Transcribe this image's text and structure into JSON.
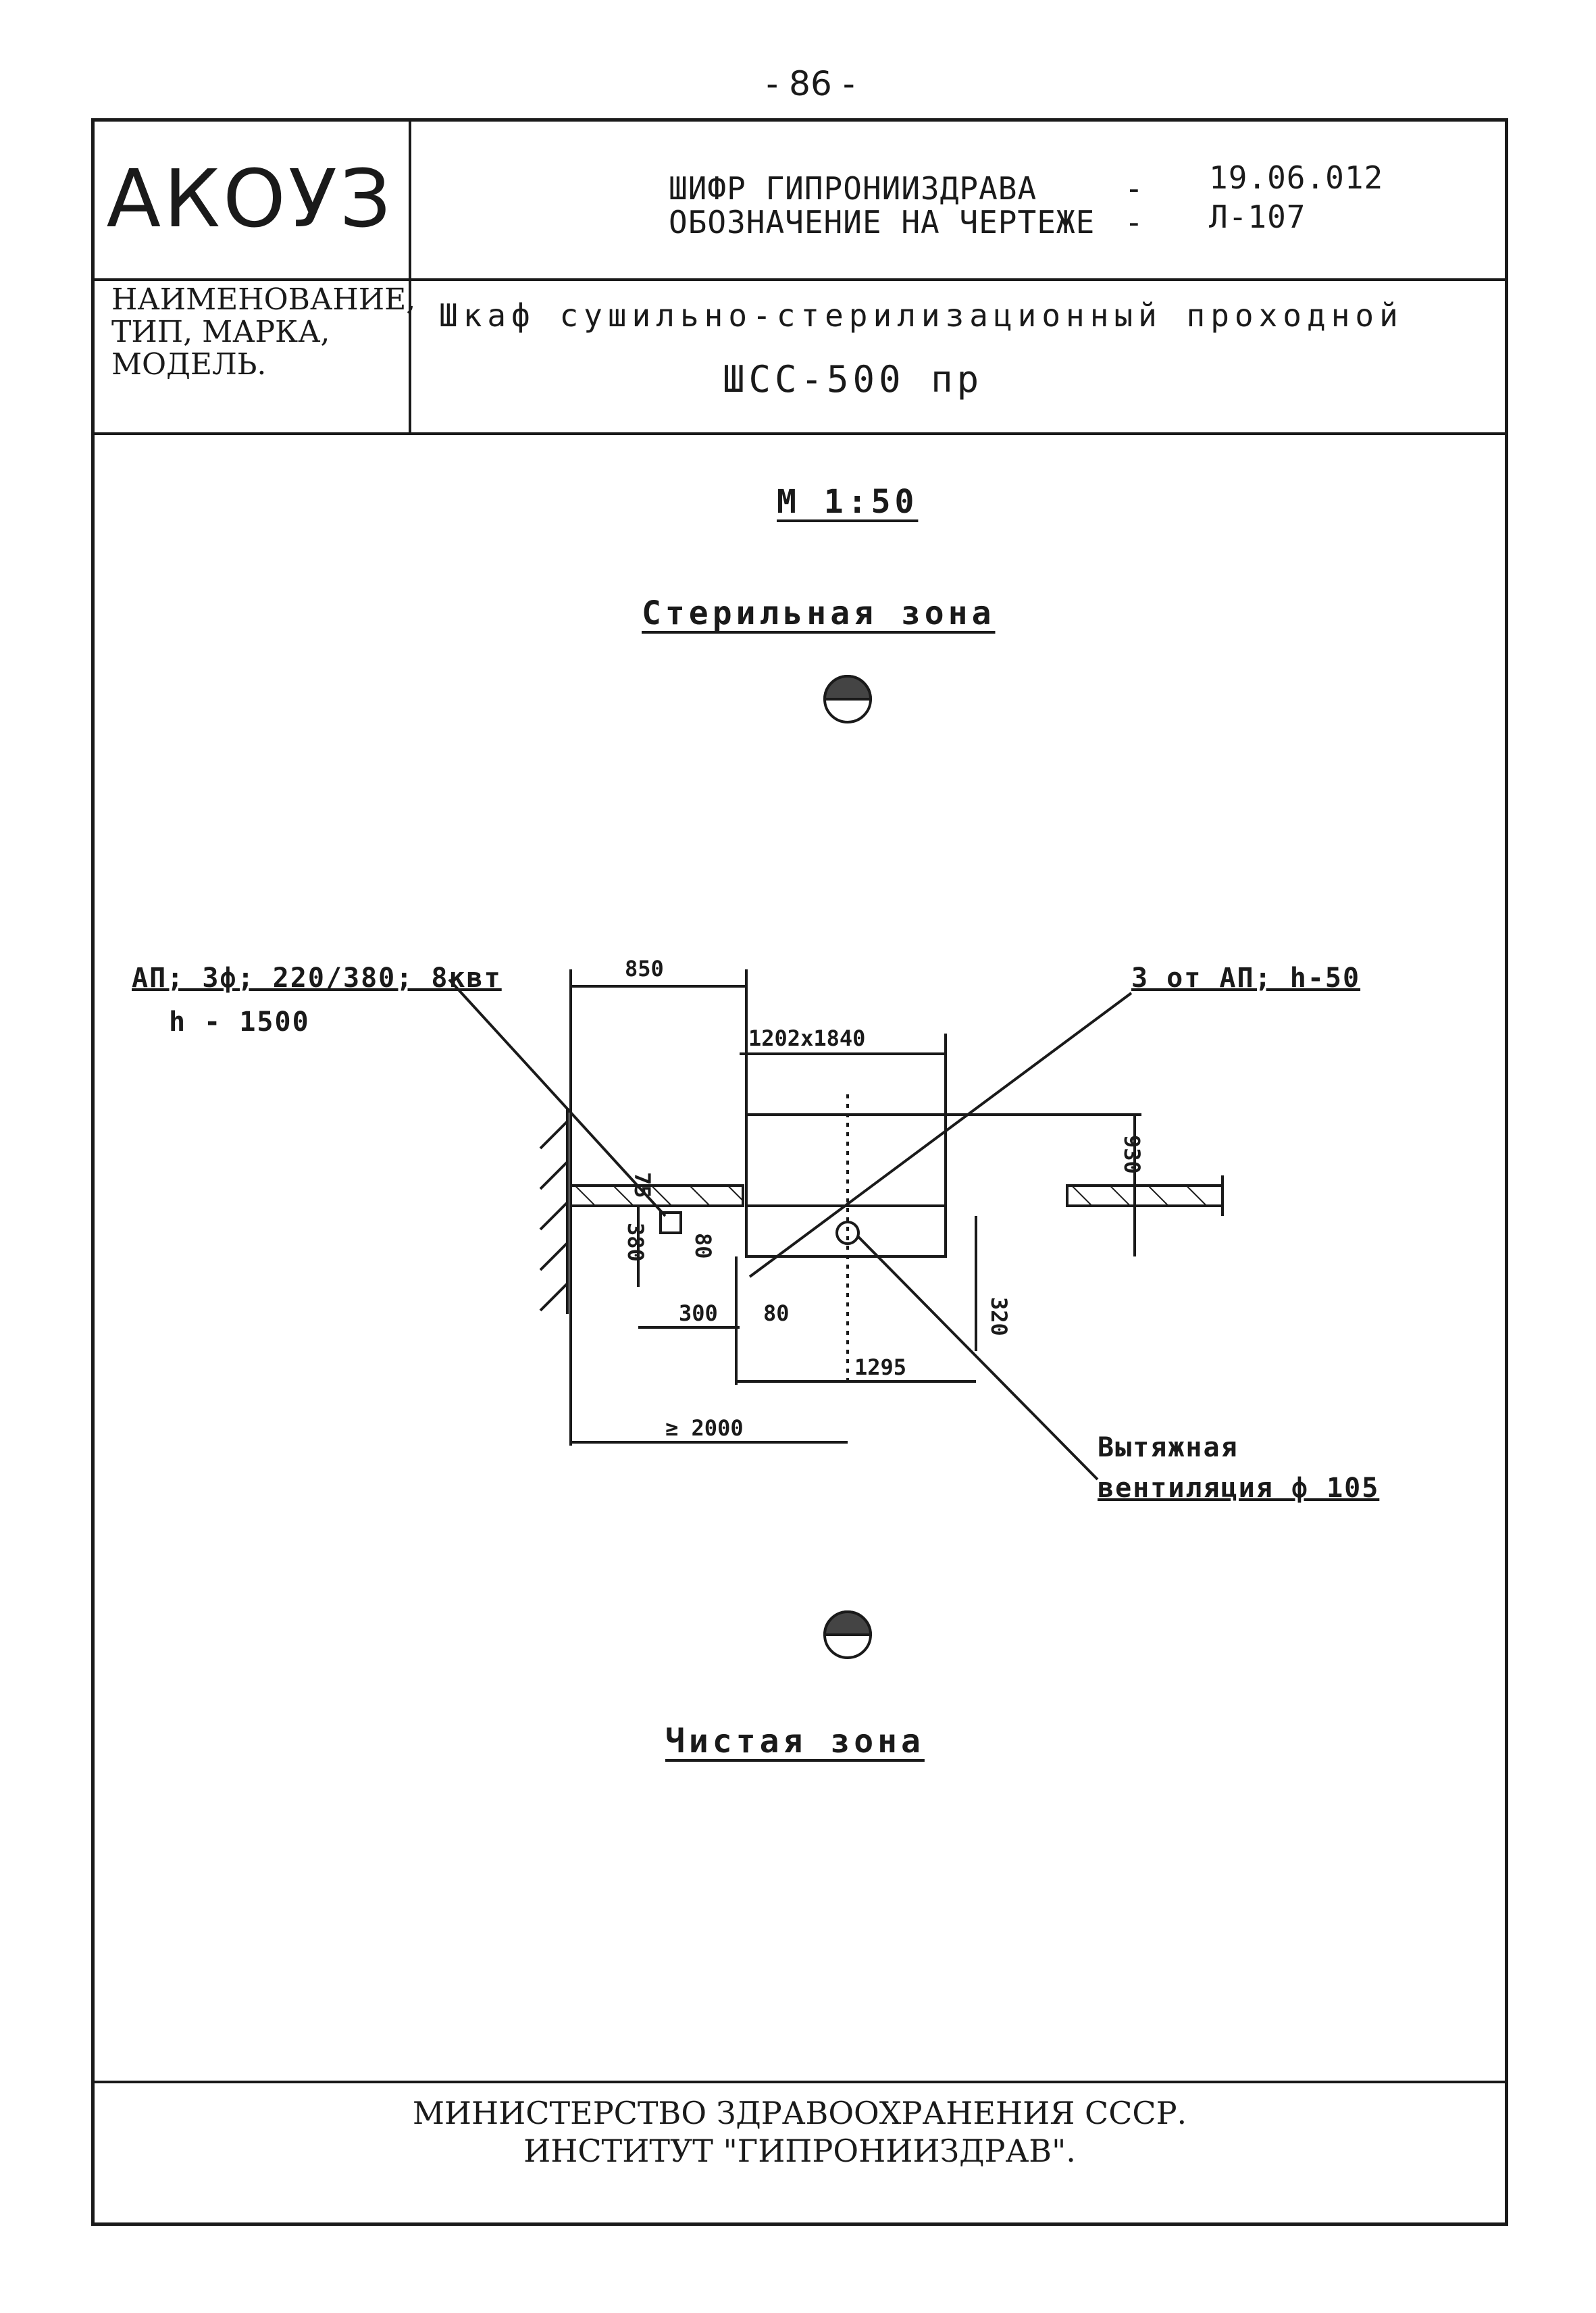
{
  "page_number": "- 86 -",
  "header": {
    "org_code": "АКОУЗ",
    "cipher_label": "ШИФР ГИПРОНИИЗДРАВА",
    "cipher_dash": "-",
    "cipher_value": "19.06.012",
    "designation_label": "ОБОЗНАЧЕНИЕ НА ЧЕРТЕЖЕ",
    "designation_dash": "-",
    "designation_value": "Л-107",
    "name_label_lines": [
      "НАИМЕНОВАНИЕ,",
      "ТИП, МАРКА,",
      "МОДЕЛЬ."
    ],
    "title_line1": "Шкаф сушильно-стерилизационный проходной",
    "title_line2": "ШСС-500 пр"
  },
  "drawing": {
    "scale": "М 1:50",
    "top_zone_label": "Стерильная зона",
    "bottom_zone_label": "Чистая зона",
    "power_note_line1": "АП; 3ф; 220/380; 8квт",
    "power_note_line2": "h - 1500",
    "water_note": "3 от АП; h-50",
    "vent_note_line1": "Вытяжная",
    "vent_note_line2": "вентиляция ф 105",
    "dims": {
      "d850": "850",
      "d1202x1840": "1202x1840",
      "d75": "75",
      "d930": "930",
      "d380": "380",
      "d80a": "80",
      "d300": "300",
      "d80b": "80",
      "d320": "320",
      "d1295": "1295",
      "d2000": "≥ 2000"
    }
  },
  "footer": {
    "line1": "МИНИСТЕРСТВО ЗДРАВООХРАНЕНИЯ СССР.",
    "line2": "ИНСТИТУТ \"ГИПРОНИИЗДРАВ\"."
  }
}
